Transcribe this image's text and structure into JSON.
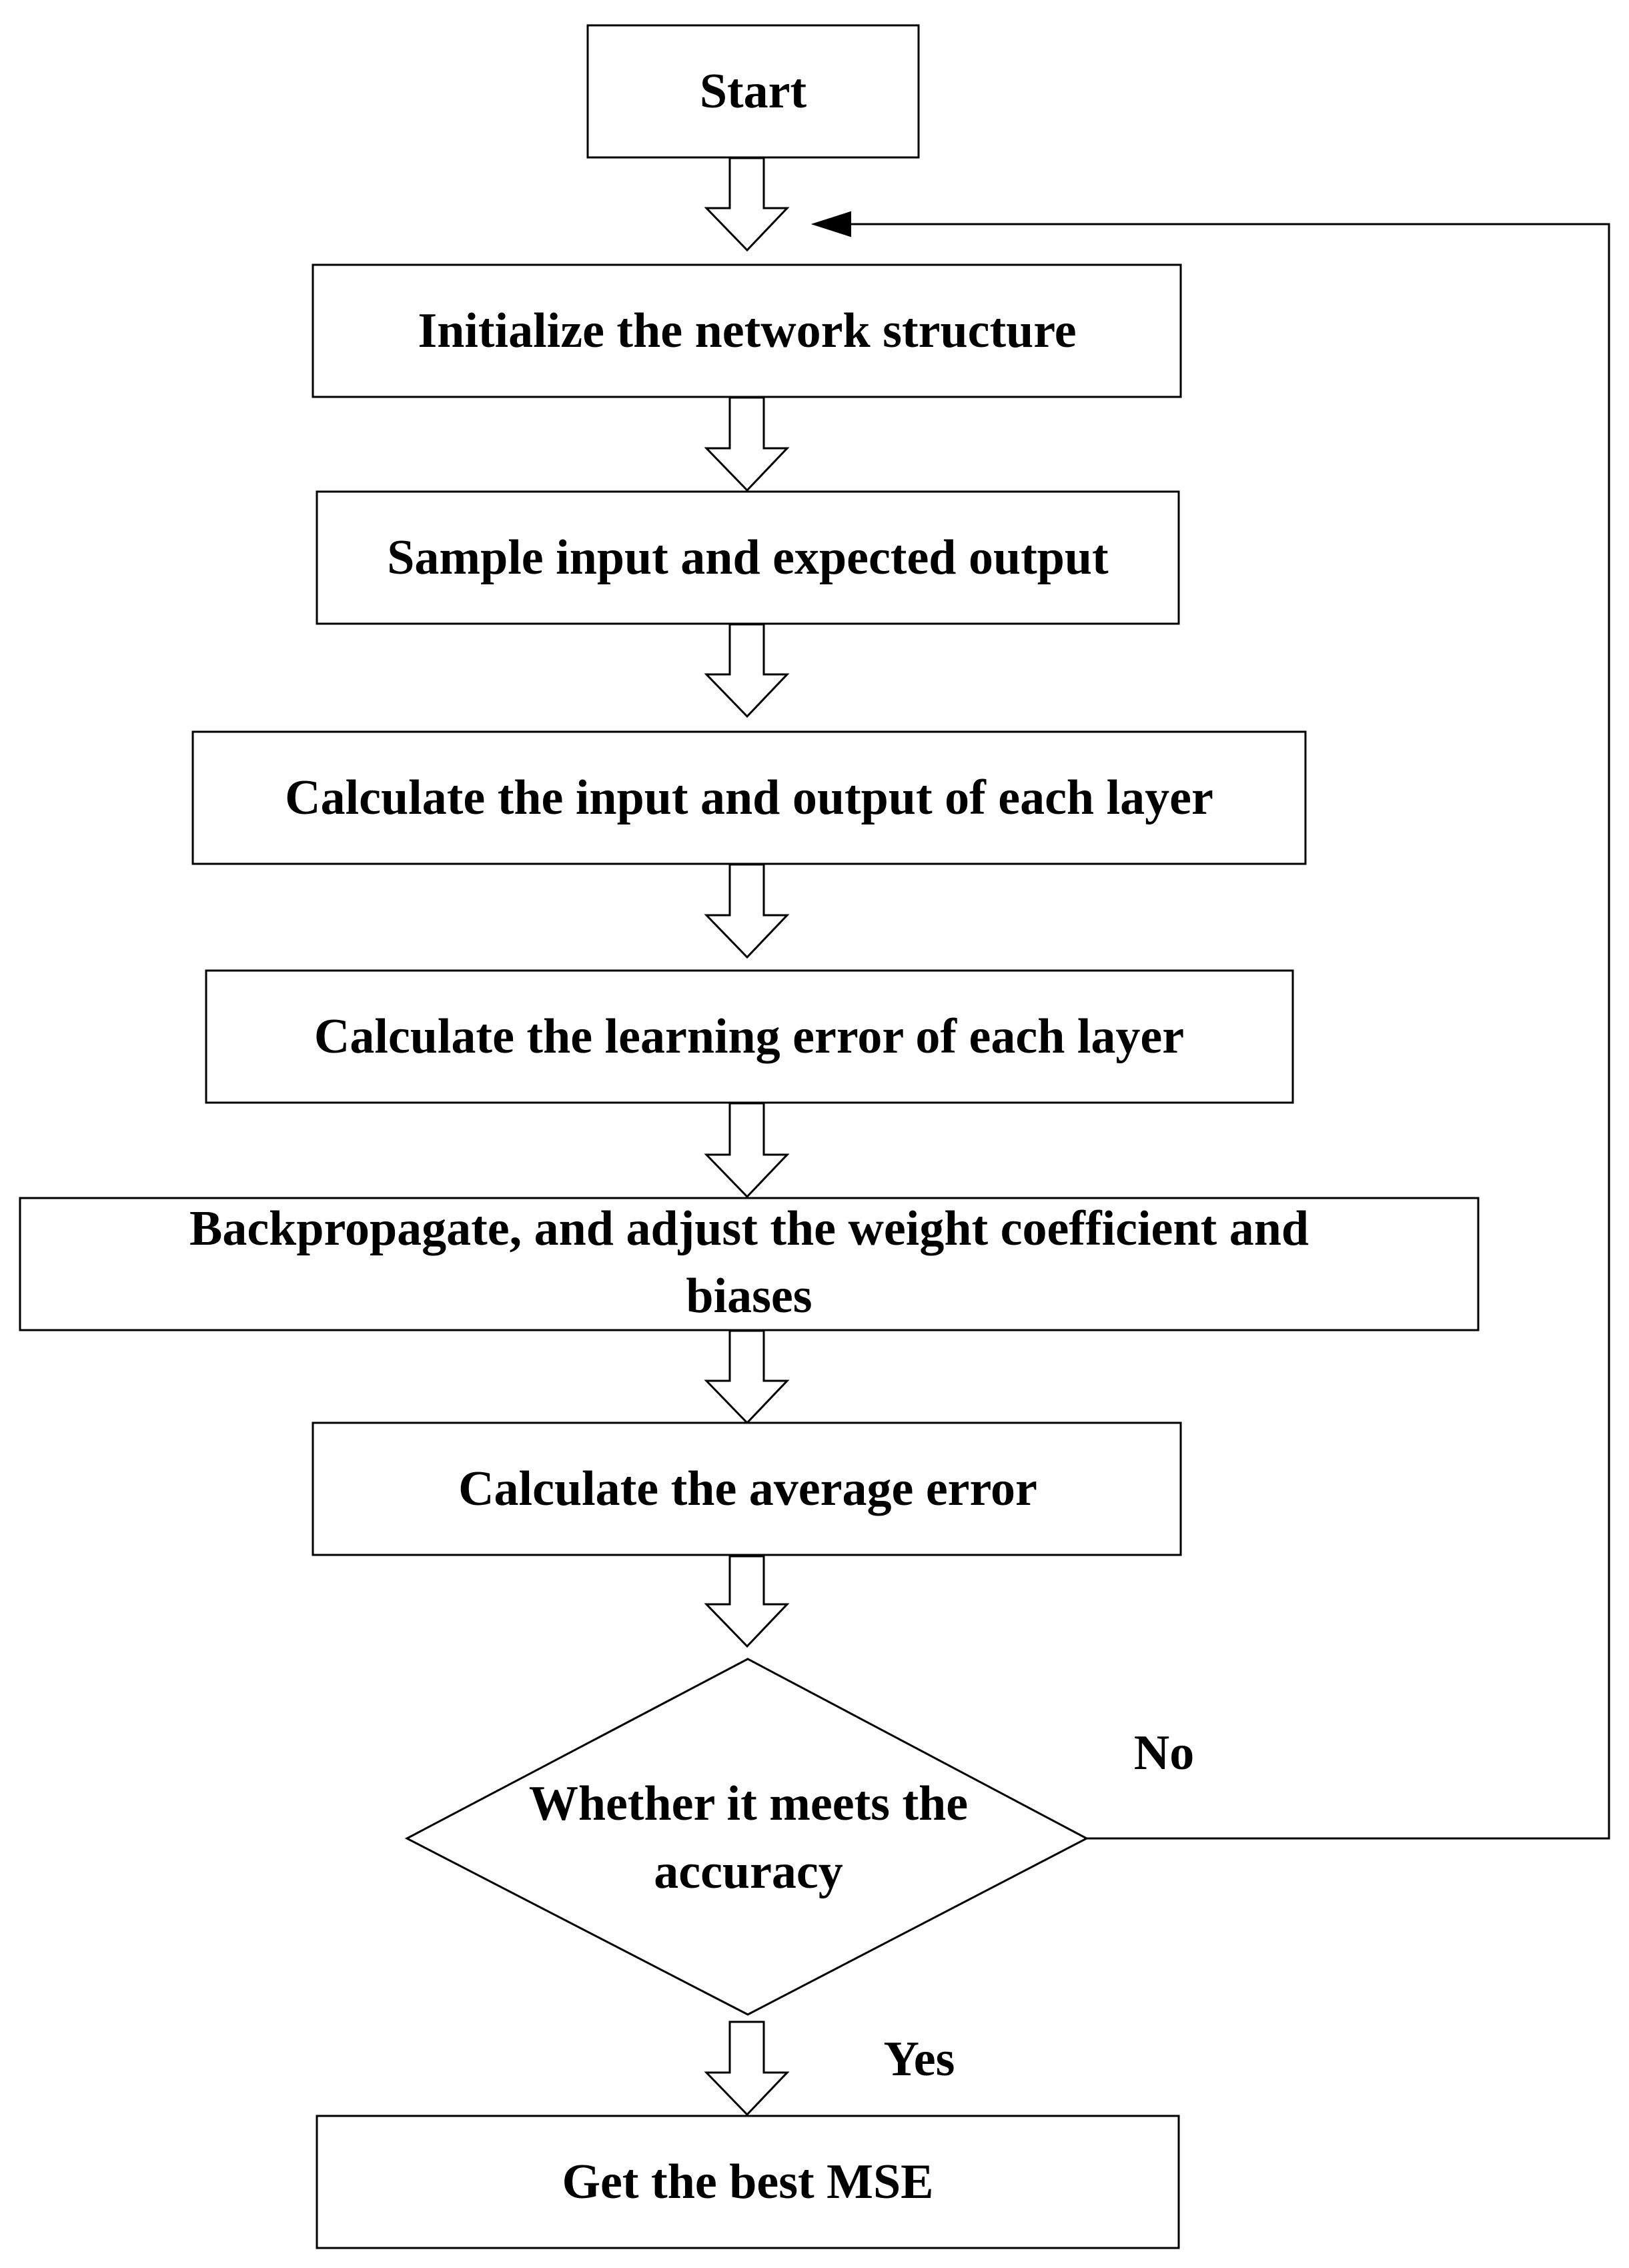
{
  "nodes": {
    "start": "Start",
    "initialize": "Initialize the network structure",
    "sample": "Sample input and expected output",
    "calc_io": "Calculate the input and output of each layer",
    "calc_learning_error": "Calculate the learning error of each layer",
    "backprop_line1": "Backpropagate, and adjust the weight coefficient and",
    "backprop_line2": "biases",
    "calc_avg_error": "Calculate the average error",
    "decision_line1": "Whether it meets the",
    "decision_line2": "accuracy",
    "best_mse": "Get the best MSE"
  },
  "branches": {
    "no": "No",
    "yes": "Yes"
  }
}
